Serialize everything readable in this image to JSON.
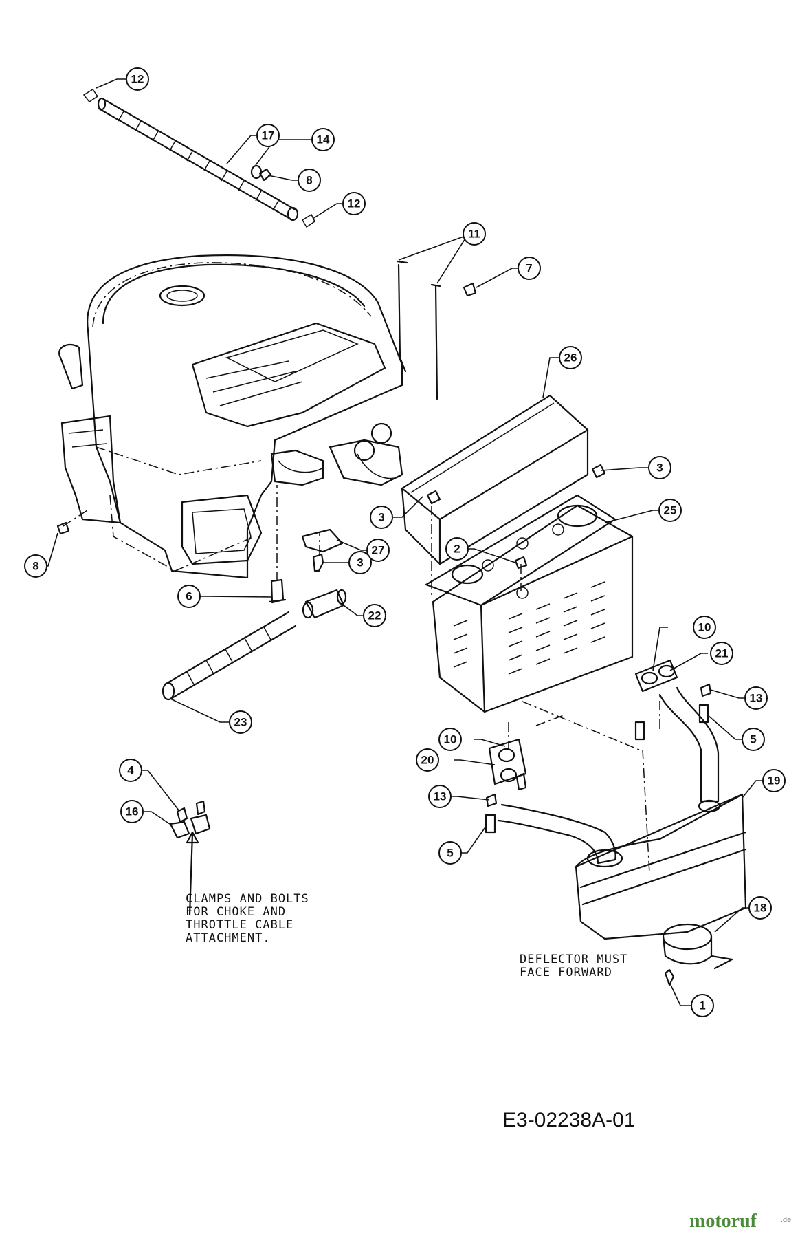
{
  "callouts": [
    {
      "label": "12"
    },
    {
      "label": "17"
    },
    {
      "label": "14"
    },
    {
      "label": "8"
    },
    {
      "label": "12"
    },
    {
      "label": "11"
    },
    {
      "label": "7"
    },
    {
      "label": "26"
    },
    {
      "label": "3"
    },
    {
      "label": "25"
    },
    {
      "label": "3"
    },
    {
      "label": "2"
    },
    {
      "label": "27"
    },
    {
      "label": "3"
    },
    {
      "label": "8"
    },
    {
      "label": "6"
    },
    {
      "label": "22"
    },
    {
      "label": "23"
    },
    {
      "label": "10"
    },
    {
      "label": "21"
    },
    {
      "label": "13"
    },
    {
      "label": "5"
    },
    {
      "label": "10"
    },
    {
      "label": "20"
    },
    {
      "label": "19"
    },
    {
      "label": "13"
    },
    {
      "label": "5"
    },
    {
      "label": "4"
    },
    {
      "label": "16"
    },
    {
      "label": "18"
    },
    {
      "label": "1"
    }
  ],
  "notes": {
    "clamps": "CLAMPS AND BOLTS\nFOR CHOKE AND\nTHROTTLE CABLE\nATTACHMENT.",
    "deflector": "DEFLECTOR MUST\nFACE FORWARD"
  },
  "drawing_code": "E3-02238A-01",
  "watermark": {
    "brand": "motoruf",
    "suffix": ".de"
  }
}
